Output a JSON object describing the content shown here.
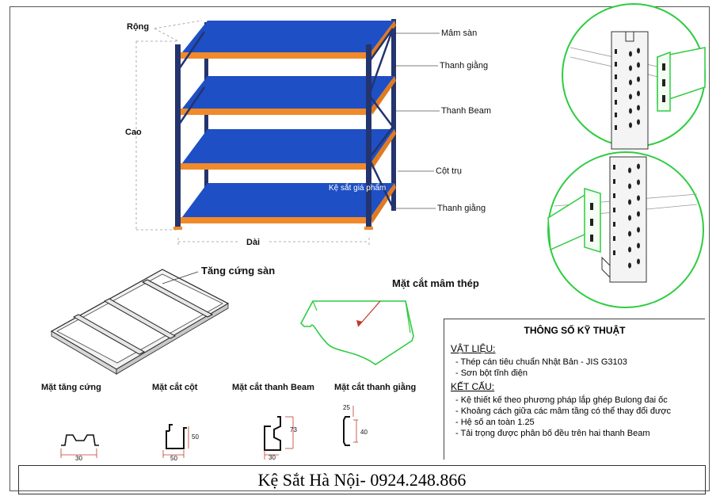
{
  "rack": {
    "width_label": "Rộng",
    "height_label": "Cao",
    "length_label": "Dài",
    "watermark": "Kệ sắt giá phẩm",
    "callouts": {
      "mam_san": "Mâm sàn",
      "thanh_giang_top": "Thanh giằng",
      "thanh_beam": "Thanh Beam",
      "cot_tru": "Cột trụ",
      "thanh_giang_bottom": "Thanh giằng"
    }
  },
  "details": {
    "tang_cung_san": "Tăng cứng sàn",
    "mat_cat_mam_thep": "Mặt cắt mâm thép"
  },
  "sections": [
    {
      "title": "Mặt tăng cứng",
      "dims": [
        "30"
      ]
    },
    {
      "title": "Mặt cắt cột",
      "dims": [
        "50",
        "50"
      ]
    },
    {
      "title": "Mặt cắt thanh Beam",
      "dims": [
        "73",
        "30"
      ]
    },
    {
      "title": "Mặt cắt thanh giằng",
      "dims": [
        "25",
        "40"
      ]
    }
  ],
  "specs": {
    "title": "THÔNG SỐ KỸ THUẬT",
    "materials_heading": "VẬT LIỆU:",
    "materials": [
      "- Thép cán tiêu chuẩn Nhật Bản - JIS G3103",
      "- Sơn bột tĩnh điện"
    ],
    "structure_heading": "KẾT CẤU:",
    "structure": [
      "- Kệ thiết kế theo phương pháp lắp ghép Bulong đai ốc",
      "- Khoảng cách giữa các mâm tầng có thể thay đổi được",
      "- Hệ số an toàn 1.25",
      "- Tải trọng được phân bố đều trên hai thanh Beam"
    ]
  },
  "footer": "Kệ Sắt Hà Nội- 0924.248.866",
  "colors": {
    "shelf_blue": "#1f4fc4",
    "beam_orange": "#f08a2a",
    "upright_navy": "#23346e",
    "outline_green": "#2ecc40"
  }
}
